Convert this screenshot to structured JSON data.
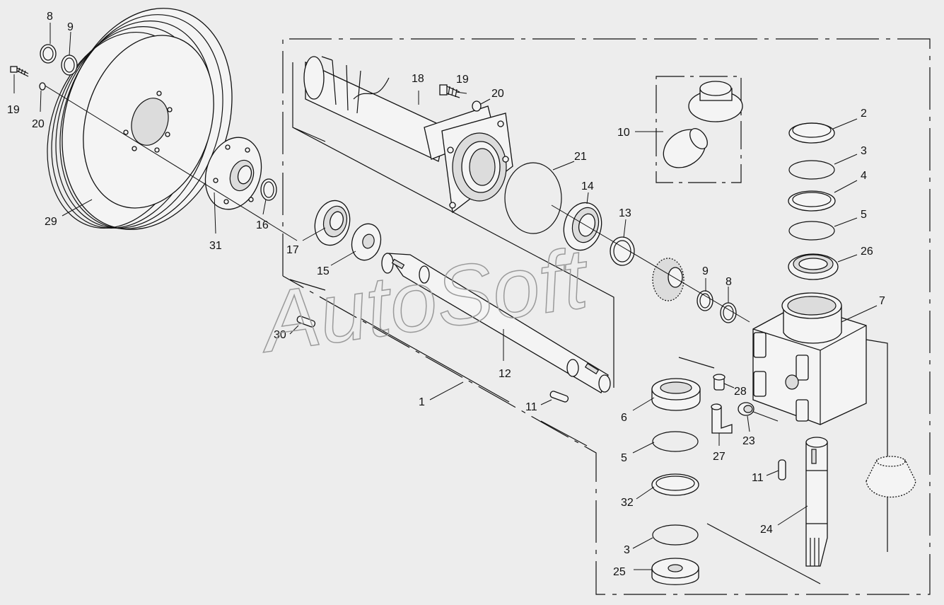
{
  "watermark": "AutoSoft",
  "callouts": [
    {
      "key": "c8a",
      "text": "8"
    },
    {
      "key": "c9a",
      "text": "9"
    },
    {
      "key": "c19a",
      "text": "19"
    },
    {
      "key": "c20a",
      "text": "20"
    },
    {
      "key": "c29",
      "text": "29"
    },
    {
      "key": "c31",
      "text": "31"
    },
    {
      "key": "c16",
      "text": "16"
    },
    {
      "key": "c17",
      "text": "17"
    },
    {
      "key": "c15",
      "text": "15"
    },
    {
      "key": "c30",
      "text": "30"
    },
    {
      "key": "c18",
      "text": "18"
    },
    {
      "key": "c19b",
      "text": "19"
    },
    {
      "key": "c20b",
      "text": "20"
    },
    {
      "key": "c21",
      "text": "21"
    },
    {
      "key": "c14",
      "text": "14"
    },
    {
      "key": "c13",
      "text": "13"
    },
    {
      "key": "c10",
      "text": "10"
    },
    {
      "key": "c2",
      "text": "2"
    },
    {
      "key": "c3a",
      "text": "3"
    },
    {
      "key": "c4",
      "text": "4"
    },
    {
      "key": "c5a",
      "text": "5"
    },
    {
      "key": "c26",
      "text": "26"
    },
    {
      "key": "c7",
      "text": "7"
    },
    {
      "key": "c9b",
      "text": "9"
    },
    {
      "key": "c8b",
      "text": "8"
    },
    {
      "key": "c12",
      "text": "12"
    },
    {
      "key": "c1",
      "text": "1"
    },
    {
      "key": "c11a",
      "text": "11"
    },
    {
      "key": "c6",
      "text": "6"
    },
    {
      "key": "c28",
      "text": "28"
    },
    {
      "key": "c23",
      "text": "23"
    },
    {
      "key": "c27",
      "text": "27"
    },
    {
      "key": "c5b",
      "text": "5"
    },
    {
      "key": "c32",
      "text": "32"
    },
    {
      "key": "c3b",
      "text": "3"
    },
    {
      "key": "c25",
      "text": "25"
    },
    {
      "key": "c11b",
      "text": "11"
    },
    {
      "key": "c24",
      "text": "24"
    }
  ]
}
